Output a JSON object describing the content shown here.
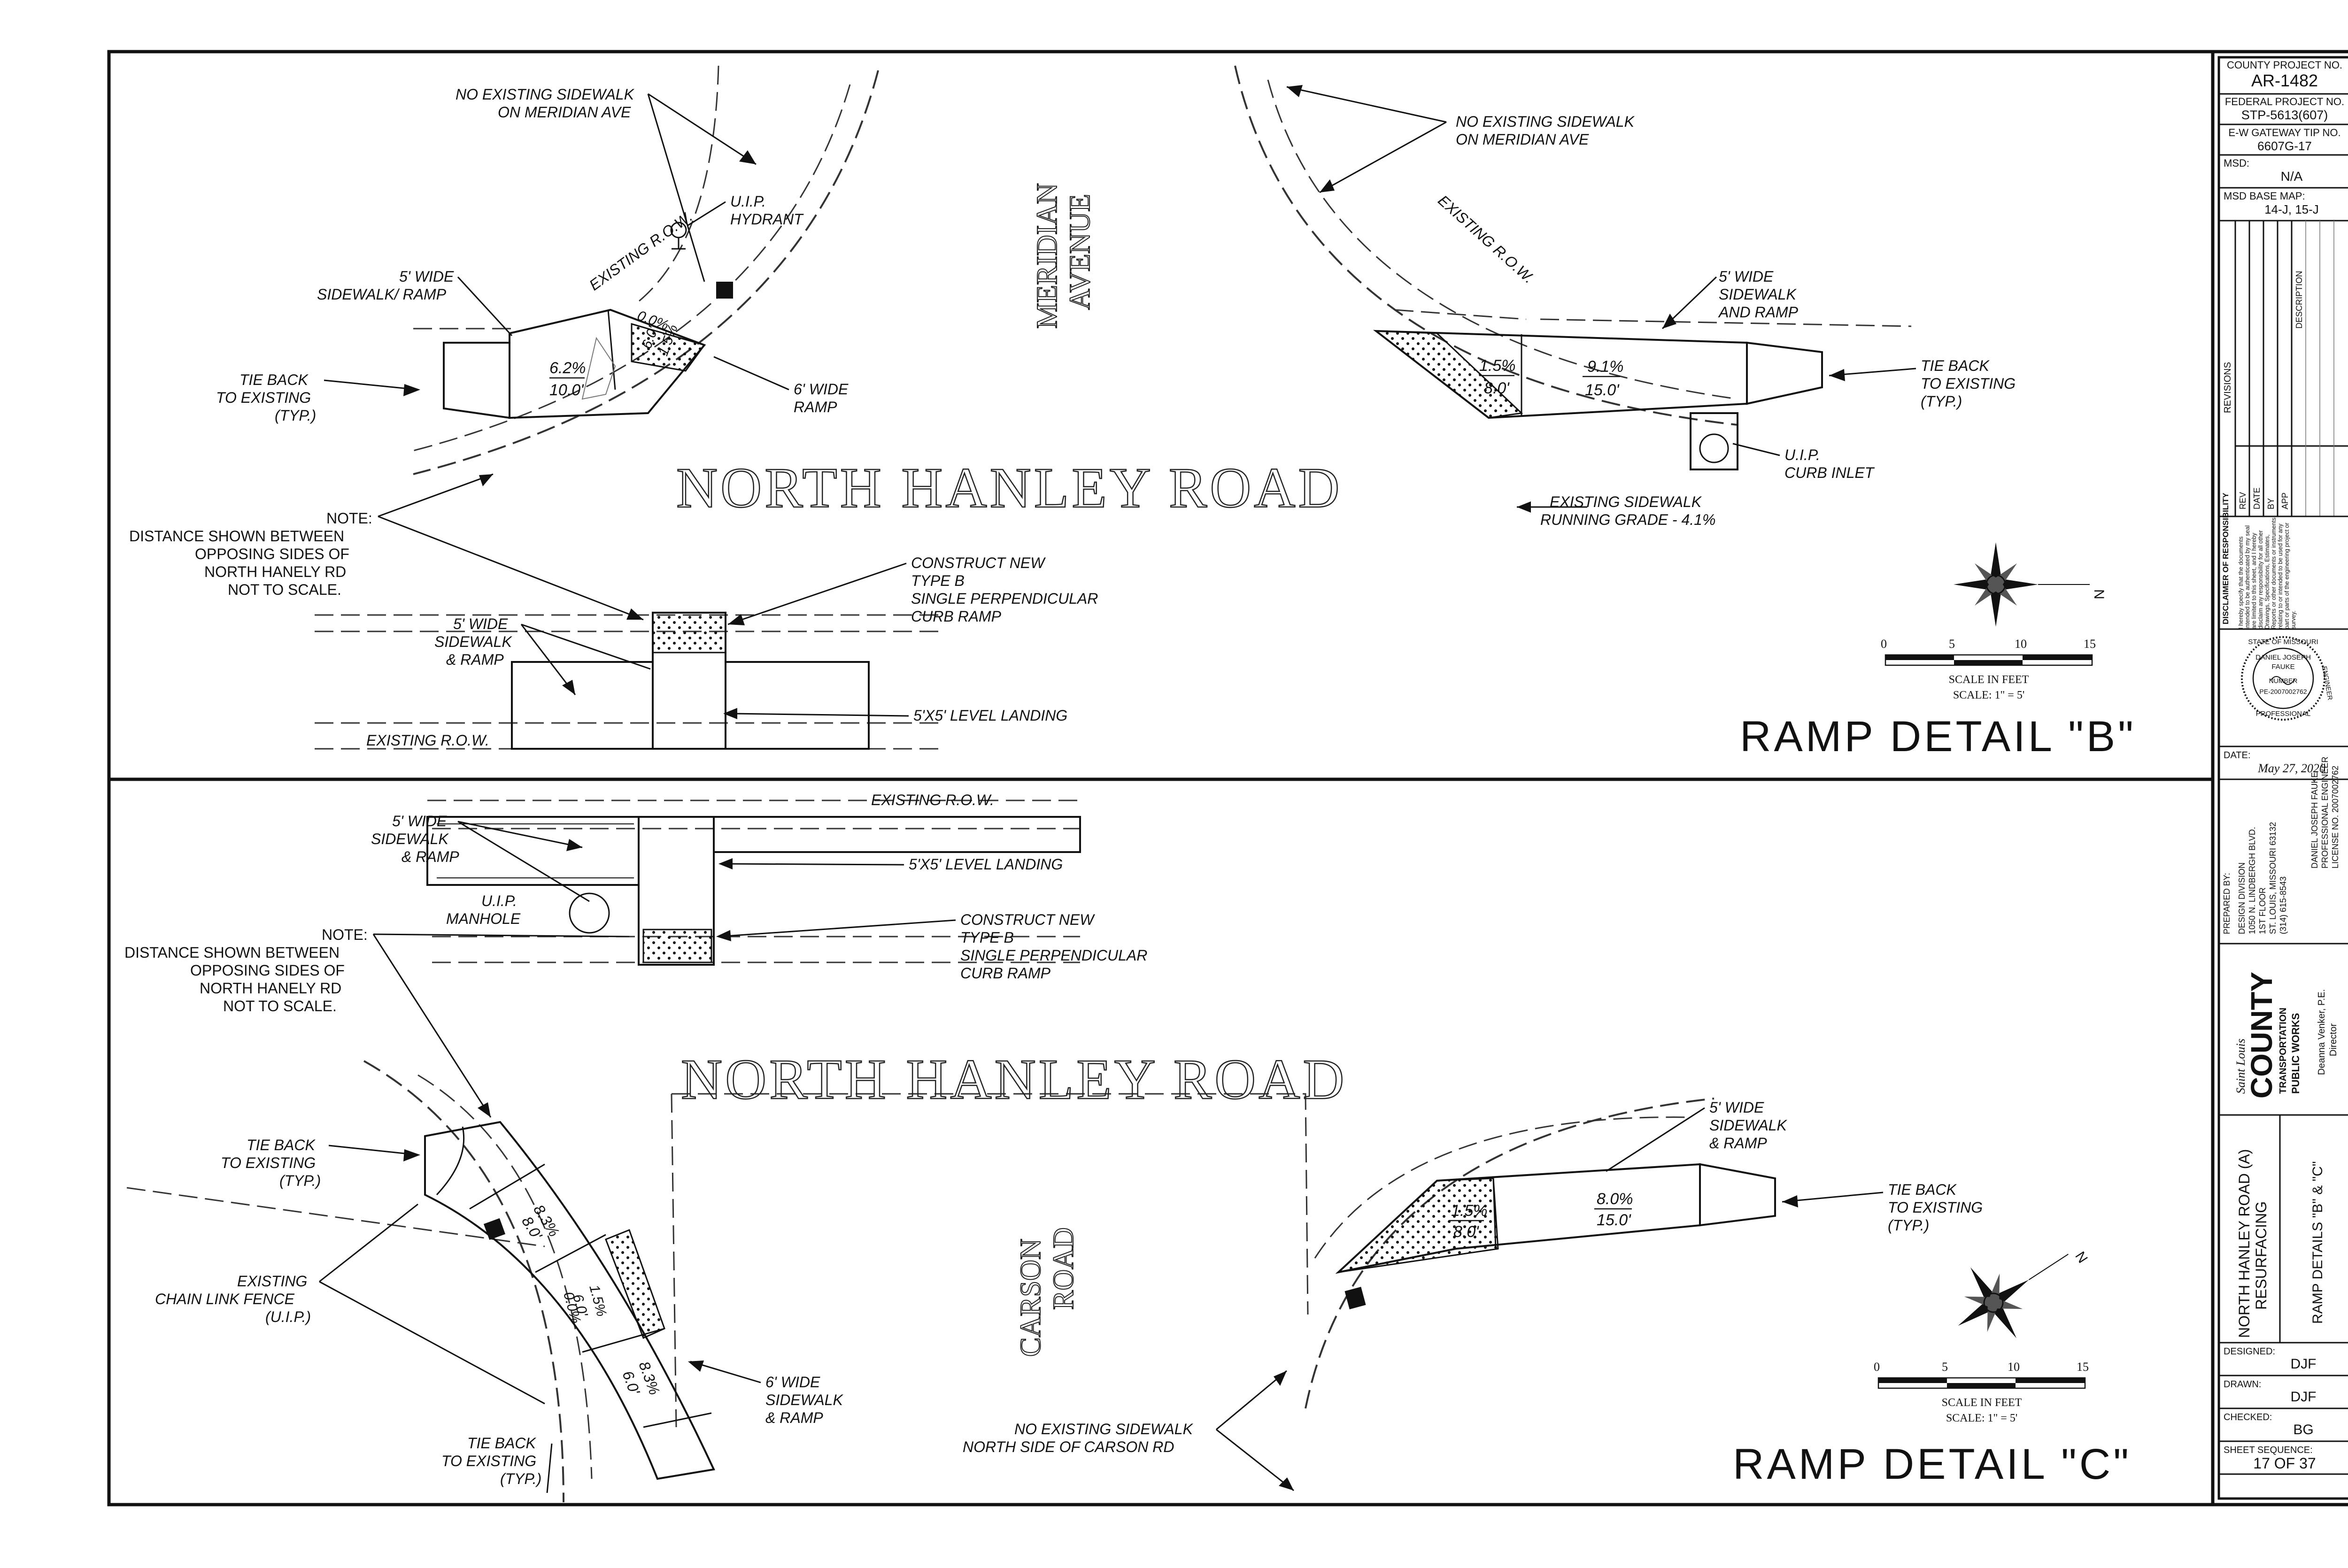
{
  "title_block": {
    "county_project_label": "COUNTY PROJECT NO.",
    "county_project_value": "AR-1482",
    "federal_project_label": "FEDERAL PROJECT NO.",
    "federal_project_value": "STP-5613(607)",
    "gateway_label": "E-W GATEWAY TIP NO.",
    "gateway_value": "6607G-17",
    "msd_label": "MSD:",
    "msd_value": "N/A",
    "msd_base_label": "MSD BASE MAP:",
    "msd_base_value": "14-J, 15-J",
    "revisions_label": "REVISIONS",
    "rev_cols": [
      "REV",
      "DATE",
      "BY",
      "APP",
      "DESCRIPTION"
    ],
    "disclaimer_title": "DISCLAIMER OF RESPONSIBILITY",
    "disclaimer_text": "I hereby specify that the documents intended to be authenticated by my seal are limited to this sheet, and I hereby disclaim any responsibility for all other Drawings, Specifications, Estimates, Reports or other documents or instruments relating to or intended to be used for any part or parts of the engineering project or survey.",
    "seal_state": "STATE OF MISSOURI",
    "seal_name1": "DANIEL JOSEPH",
    "seal_name2": "FAUKE",
    "seal_number": "NUMBER",
    "seal_pe": "PE-2007002762",
    "seal_professional": "PROFESSIONAL",
    "seal_engineer": "ENGINEER",
    "date_label": "DATE:",
    "date_value": "May 27, 2020",
    "prepared_by": "PREPARED BY:",
    "design_division": "DESIGN DIVISION",
    "address1": "1050 N. LINDBERGH BLVD.",
    "address2": "1ST FLOOR",
    "address3": "ST. LOUIS, MISSOURI 63132",
    "phone": "(314) 615-8543",
    "engineer_name": "DANIEL JOSEPH FAUKE",
    "engineer_title": "PROFESSIONAL ENGINEER",
    "license": "LICENSE NO. 2007002762",
    "logo_saint_louis": "Saint Louis",
    "logo_county": "COUNTY",
    "logo_transportation": "TRANSPORTATION",
    "logo_public_works": "PUBLIC WORKS",
    "director_name": "Deanna Venker, P.E.",
    "director_title": "Director",
    "project_title_1": "NORTH HANLEY ROAD (A)",
    "project_title_2": "RESURFACING",
    "sheet_title": "RAMP DETAILS \"B\" & \"C\"",
    "designed_label": "DESIGNED:",
    "designed_value": "DJF",
    "drawn_label": "DRAWN:",
    "drawn_value": "DJF",
    "checked_label": "CHECKED:",
    "checked_value": "BG",
    "sheet_seq_label": "SHEET SEQUENCE:",
    "sheet_seq_value": "17  OF  37"
  },
  "detail_b": {
    "title": "RAMP DETAIL \"B\"",
    "road_main": "NORTH  HANLEY  ROAD",
    "road_cross_1": "MERIDIAN",
    "road_cross_2": "AVENUE",
    "notes": {
      "no_sidewalk_left_1": "NO EXISTING SIDEWALK",
      "no_sidewalk_left_2": "ON MERIDIAN AVE",
      "no_sidewalk_right_1": "NO EXISTING SIDEWALK",
      "no_sidewalk_right_2": "ON MERIDIAN AVE",
      "hydrant_1": "U.I.P.",
      "hydrant_2": "HYDRANT",
      "row_left": "EXISTING R.O.W.",
      "row_right": "EXISTING R.O.W.",
      "sidewalk_ramp_left_1": "5' WIDE",
      "sidewalk_ramp_left_2": "SIDEWALK/ RAMP",
      "tieback_left_1": "TIE BACK",
      "tieback_left_2": "TO EXISTING",
      "tieback_left_3": "(TYP.)",
      "six_wide_1": "6' WIDE",
      "six_wide_2": "RAMP",
      "sidewalk_ramp_right_1": "5' WIDE",
      "sidewalk_ramp_right_2": "SIDEWALK",
      "sidewalk_ramp_right_3": "AND RAMP",
      "tieback_right_1": "TIE BACK",
      "tieback_right_2": "TO EXISTING",
      "tieback_right_3": "(TYP.)",
      "curb_inlet_1": "U.I.P.",
      "curb_inlet_2": "CURB INLET",
      "running_grade_1": "EXISTING SIDEWALK",
      "running_grade_2": "RUNNING GRADE - 4.1%",
      "note_1": "NOTE:",
      "note_2": "DISTANCE SHOWN BETWEEN",
      "note_3": "OPPOSING SIDES OF",
      "note_4": "NORTH HANELY RD",
      "note_5": "NOT TO SCALE.",
      "sidewalk_ramp_bottom_1": "5' WIDE",
      "sidewalk_ramp_bottom_2": "SIDEWALK",
      "sidewalk_ramp_bottom_3": "& RAMP",
      "construct_1": "CONSTRUCT NEW",
      "construct_2": "TYPE B",
      "construct_3": "SINGLE PERPENDICULAR",
      "construct_4": "CURB RAMP",
      "landing": "5'X5' LEVEL LANDING",
      "row_bottom": "EXISTING R.O.W."
    },
    "slopes": {
      "left_a_pct": "6.2%",
      "left_a_len": "10.0'",
      "left_b_pct": "0.0%",
      "left_b_len": "6.0'",
      "left_c_pct": "1.5%",
      "right_a_pct": "1.5%",
      "right_a_len": "8.0'",
      "right_b_pct": "9.1%",
      "right_b_len": "15.0'"
    },
    "scale": {
      "t0": "0",
      "t5": "5",
      "t10": "10",
      "t15": "15",
      "label": "SCALE IN FEET",
      "ratio": "SCALE: 1\" = 5'"
    },
    "north": "N"
  },
  "detail_c": {
    "title": "RAMP DETAIL \"C\"",
    "road_main": "NORTH  HANLEY  ROAD",
    "road_cross_1": "CARSON",
    "road_cross_2": "ROAD",
    "notes": {
      "row_top": "EXISTING R.O.W.",
      "sidewalk_ramp_1": "5' WIDE",
      "sidewalk_ramp_2": "SIDEWALK",
      "sidewalk_ramp_3": "& RAMP",
      "landing": "5'X5' LEVEL LANDING",
      "manhole_1": "U.I.P.",
      "manhole_2": "MANHOLE",
      "construct_1": "CONSTRUCT NEW",
      "construct_2": "TYPE B",
      "construct_3": "SINGLE PERPENDICULAR",
      "construct_4": "CURB RAMP",
      "note_1": "NOTE:",
      "note_2": "DISTANCE SHOWN BETWEEN",
      "note_3": "OPPOSING SIDES OF",
      "note_4": "NORTH HANELY RD",
      "note_5": "NOT TO SCALE.",
      "tieback_left_1": "TIE BACK",
      "tieback_left_2": "TO EXISTING",
      "tieback_left_3": "(TYP.)",
      "fence_1": "EXISTING",
      "fence_2": "CHAIN LINK FENCE",
      "fence_3": "(U.I.P.)",
      "six_wide_1": "6' WIDE",
      "six_wide_2": "SIDEWALK",
      "six_wide_3": "& RAMP",
      "tieback_bottom_1": "TIE BACK",
      "tieback_bottom_2": "TO EXISTING",
      "tieback_bottom_3": "(TYP.)",
      "no_sidewalk_1": "NO EXISTING SIDEWALK",
      "no_sidewalk_2": "NORTH SIDE OF CARSON RD",
      "right_ramp_1": "5' WIDE",
      "right_ramp_2": "SIDEWALK",
      "right_ramp_3": "& RAMP",
      "tieback_right_1": "TIE BACK",
      "tieback_right_2": "TO EXISTING",
      "tieback_right_3": "(TYP.)"
    },
    "slopes": {
      "left_a_pct": "8.3%",
      "left_a_len": "8.0'",
      "left_b_pct": "1.5%",
      "left_b_len": "6.0'",
      "left_c_pct": "0.0%",
      "left_d_pct": "8.3%",
      "left_d_len": "6.0'",
      "right_a_pct": "1.5%",
      "right_a_len": "8.0'",
      "right_b_pct": "8.0%",
      "right_b_len": "15.0'"
    },
    "scale": {
      "t0": "0",
      "t5": "5",
      "t10": "10",
      "t15": "15",
      "label": "SCALE IN FEET",
      "ratio": "SCALE: 1\" = 5'"
    },
    "north": "N"
  }
}
